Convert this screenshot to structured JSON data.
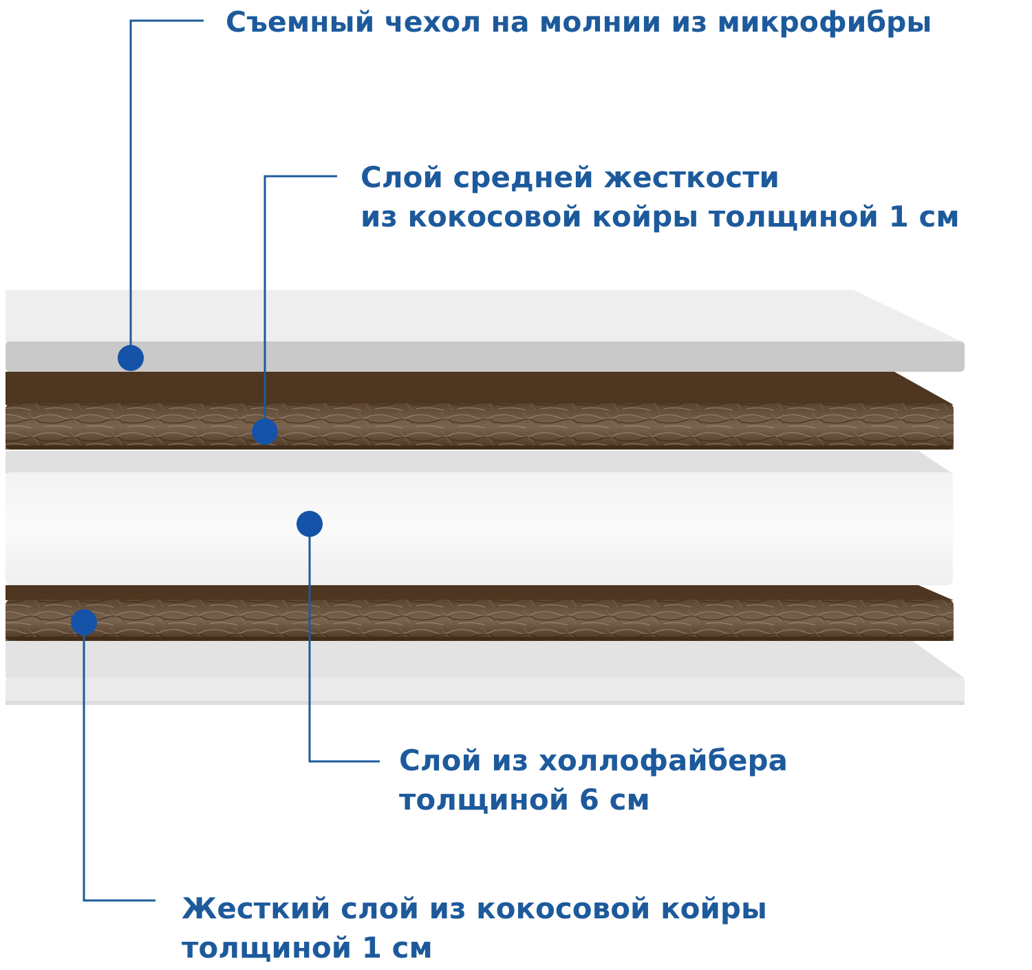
{
  "colors": {
    "accent": "#1d5a9c",
    "marker": "#1553a8",
    "cover": "#eeeeee",
    "coir": "#4e3620",
    "hollofiber": "#f6f6f6"
  },
  "layers": [
    {
      "id": "cover-top",
      "material": "cover"
    },
    {
      "id": "coir-medium",
      "material": "coir"
    },
    {
      "id": "hollofiber",
      "material": "hollofiber"
    },
    {
      "id": "coir-hard",
      "material": "coir"
    },
    {
      "id": "cover-bottom",
      "material": "cover"
    }
  ],
  "labels": {
    "cover": "Съемный чехол на молнии из микрофибры",
    "coir_medium": {
      "line1": "Слой средней жесткости",
      "line2": "из кокосовой койры толщиной 1 см"
    },
    "hollofiber": {
      "line1": "Слой из холлофайбера",
      "line2": "толщиной 6 см"
    },
    "coir_hard": {
      "line1": "Жесткий слой из кокосовой койры",
      "line2": "толщиной 1 см"
    }
  }
}
